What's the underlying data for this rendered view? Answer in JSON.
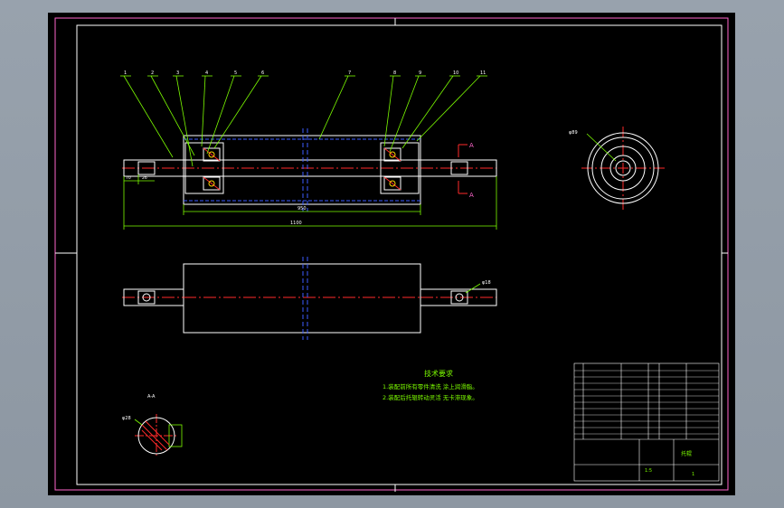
{
  "colors": {
    "background": "#000000",
    "frame": "#ff66cc",
    "outline": "#ffffff",
    "leaders": "#7cfc00",
    "centerline": "#ff2a2a",
    "hidden": "#3b5bff",
    "text": "#7cfc00",
    "app_chrome": "#98a2ad"
  },
  "balloons": [
    "1",
    "2",
    "3",
    "4",
    "5",
    "6",
    "7",
    "8",
    "9",
    "10",
    "11"
  ],
  "dimensions": {
    "overall_length": "1100",
    "shell_length": "950",
    "left_shaft": "70",
    "left_shaft_2": "26",
    "end_view_dia": "φ89",
    "plan_hole_dia": "φ18"
  },
  "section": {
    "marker": "A",
    "label": "A-A",
    "diameter": "φ28"
  },
  "technical_requirements": {
    "heading": "技术要求",
    "items": [
      "1.装配前所有零件清洗  涂上润滑脂。",
      "2.装配后托辊转动灵活  无卡滞现象。"
    ]
  },
  "title_block": {
    "drawing_title": "托辊",
    "scale": "1:5",
    "sheet": "1"
  }
}
